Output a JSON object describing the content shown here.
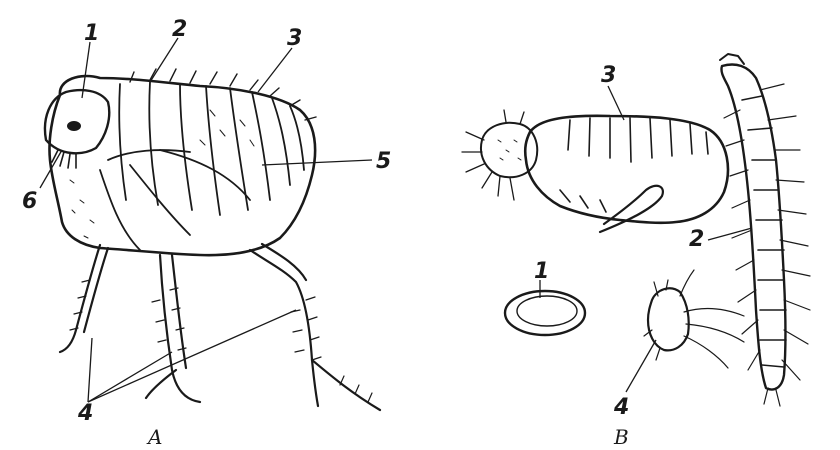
{
  "panel_a": {
    "caption": "A",
    "labels": {
      "l1": "1",
      "l2": "2",
      "l3": "3",
      "l4": "4",
      "l5": "5",
      "l6": "6"
    }
  },
  "panel_b": {
    "caption": "B",
    "labels": {
      "l1": "1",
      "l2": "2",
      "l3": "3",
      "l4": "4"
    }
  }
}
